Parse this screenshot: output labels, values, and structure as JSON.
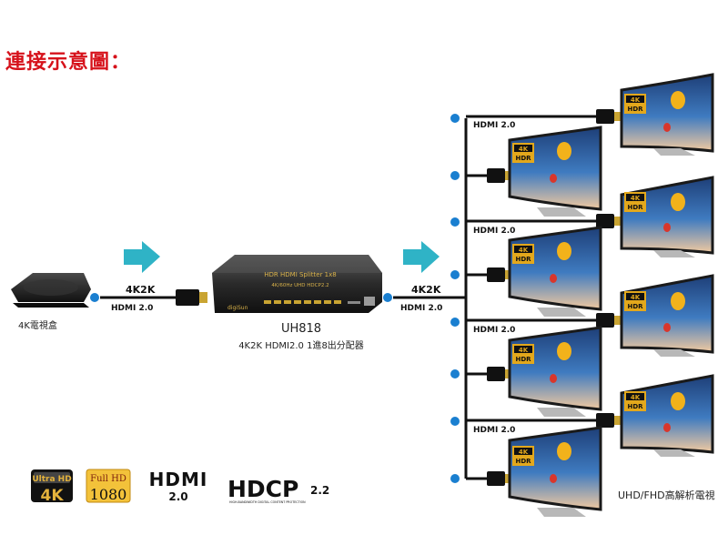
{
  "title": "連接示意圖：",
  "source": {
    "caption": "4K電視盒"
  },
  "input_cable": {
    "res_label": "4K2K",
    "hdmi_label": "HDMI 2.0"
  },
  "splitter": {
    "face_line1": "HDR HDMI Splitter 1x8",
    "face_line2": "4K/60Hz UHD HDCP2.2",
    "brand": "digiSun",
    "model": "UH818",
    "description": "4K2K HDMI2.0  1進8出分配器"
  },
  "output_cable": {
    "res_label": "4K2K",
    "hdmi_label": "HDMI 2.0"
  },
  "branch_labels": [
    "HDMI 2.0",
    "HDMI 2.0",
    "HDMI 2.0",
    "HDMI 2.0"
  ],
  "tv": {
    "badge_top": "4K",
    "badge_bottom": "HDR",
    "caption": "UHD/FHD高解析電視"
  },
  "logos": {
    "ultra_hd": {
      "top": "Ultra HD",
      "bottom": "4K"
    },
    "full_hd": {
      "top": "Full HD",
      "bottom": "1080"
    },
    "hdmi": {
      "top": "HDMI",
      "bottom": "2.0"
    },
    "hdcp": {
      "main": "HDCP",
      "version": "2.2",
      "sub": "HIGH-BANDWIDTH DIGITAL CONTENT PROTECTION"
    }
  },
  "colors": {
    "title": "#d6121b",
    "dot": "#1a7fd0",
    "arrow": "#2fb3c6",
    "badge": "#e3a81c"
  }
}
